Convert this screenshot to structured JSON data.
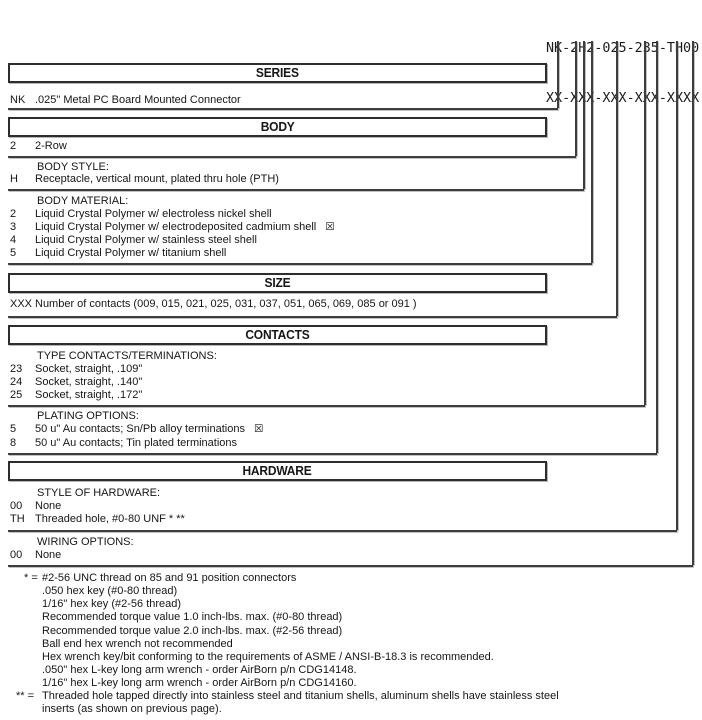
{
  "part_number": {
    "example": "NK-2H2-025-235-TH00",
    "mask": "XX-XXX-XXX-XXX-XXXX"
  },
  "icons": {
    "checked_box": "☒"
  },
  "sections": {
    "series": {
      "title": "SERIES",
      "rows": [
        {
          "code": "NK",
          "desc": ".025\" Metal PC Board Mounted Connector"
        }
      ]
    },
    "body": {
      "title": "BODY",
      "rows": [
        {
          "code": "2",
          "desc": "2-Row"
        }
      ],
      "style_label": "BODY STYLE:",
      "style_rows": [
        {
          "code": "H",
          "desc": "Receptacle, vertical mount, plated thru hole (PTH)"
        }
      ],
      "material_label": "BODY MATERIAL:",
      "material_rows": [
        {
          "code": "2",
          "desc": "Liquid Crystal Polymer w/ electroless nickel shell"
        },
        {
          "code": "3",
          "desc": "Liquid Crystal Polymer w/ electrodeposited cadmium shell",
          "flag": "☒"
        },
        {
          "code": "4",
          "desc": "Liquid Crystal Polymer w/ stainless steel shell"
        },
        {
          "code": "5",
          "desc": "Liquid Crystal Polymer w/ titanium shell"
        }
      ]
    },
    "size": {
      "title": "SIZE",
      "rows": [
        {
          "code": "XXX",
          "desc": "Number of contacts (009, 015, 021, 025, 031, 037, 051, 065, 069, 085 or 091 )"
        }
      ]
    },
    "contacts": {
      "title": "CONTACTS",
      "type_label": "TYPE CONTACTS/TERMINATIONS:",
      "type_rows": [
        {
          "code": "23",
          "desc": "Socket, straight, .109\""
        },
        {
          "code": "24",
          "desc": "Socket, straight, .140\""
        },
        {
          "code": "25",
          "desc": "Socket, straight, .172\""
        }
      ],
      "plating_label": "PLATING OPTIONS:",
      "plating_rows": [
        {
          "code": "5",
          "desc": "50 u\" Au contacts; Sn/Pb alloy terminations",
          "flag": "☒"
        },
        {
          "code": "8",
          "desc": "50 u\" Au contacts; Tin plated terminations"
        }
      ]
    },
    "hardware": {
      "title": "HARDWARE",
      "style_label": "STYLE OF HARDWARE:",
      "style_rows": [
        {
          "code": "00",
          "desc": "None"
        },
        {
          "code": "TH",
          "desc": "Threaded hole, #0-80 UNF * **"
        }
      ],
      "wiring_label": "WIRING OPTIONS:",
      "wiring_rows": [
        {
          "code": "00",
          "desc": "None"
        }
      ]
    }
  },
  "footnotes": {
    "star": {
      "marker": "* =",
      "lines": [
        "#2-56 UNC thread on 85 and 91 position connectors",
        ".050 hex key (#0-80 thread)",
        "1/16\" hex key (#2-56 thread)",
        "Recommended torque value 1.0 inch-lbs. max. (#0-80 thread)",
        "Recommended torque value 2.0 inch-lbs. max. (#2-56 thread)",
        "Ball end hex wrench not recommended",
        "Hex wrench key/bit conforming to the requirements of ASME / ANSI-B-18.3 is recommended.",
        ".050\" hex L-key long arm wrench - order AirBorn p/n CDG14148.",
        "1/16\" hex L-key long arm wrench - order AirBorn p/n CDG14160."
      ]
    },
    "doublestar": {
      "marker": "** =",
      "lines": [
        "Threaded hole tapped directly into stainless steel and titanium shells, aluminum shells have stainless steel",
        "inserts (as shown on previous page)."
      ]
    }
  }
}
